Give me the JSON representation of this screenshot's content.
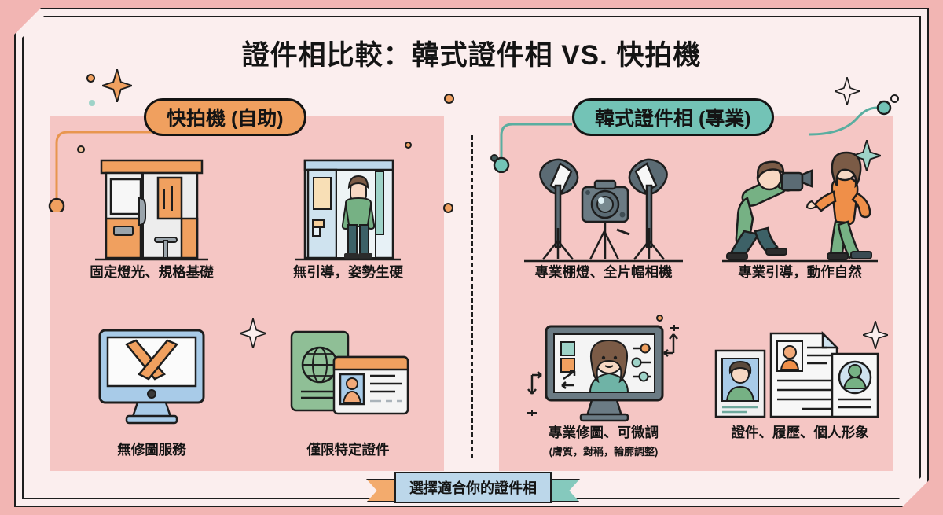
{
  "header": {
    "title": "證件相比較：韓式證件相 VS. 快拍機"
  },
  "columns": {
    "left": {
      "badge_label": "快拍機 (自助)",
      "accent_color": "#f0a05f",
      "items": [
        {
          "icon": "photo-booth-icon",
          "label": "固定燈光、規格基礎",
          "sublabel": ""
        },
        {
          "icon": "stiff-pose-icon",
          "label": "無引導，姿勢生硬",
          "sublabel": ""
        },
        {
          "icon": "no-retouch-icon",
          "label": "無修圖服務",
          "sublabel": ""
        },
        {
          "icon": "passport-id-icon",
          "label": "僅限特定證件",
          "sublabel": ""
        }
      ]
    },
    "right": {
      "badge_label": "韓式證件相 (專業)",
      "accent_color": "#73c3b6",
      "items": [
        {
          "icon": "studio-camera-icon",
          "label": "專業棚燈、全片幅相機",
          "sublabel": ""
        },
        {
          "icon": "photographer-icon",
          "label": "專業引導，動作自然",
          "sublabel": ""
        },
        {
          "icon": "retouch-editor-icon",
          "label": "專業修圖、可微調",
          "sublabel": "(膚質，對稱，輪廓調整)"
        },
        {
          "icon": "documents-icon",
          "label": "證件、履歷、個人形象",
          "sublabel": ""
        }
      ]
    }
  },
  "footer": {
    "ribbon_label": "選擇適合你的證件相",
    "ribbon_center_color": "#bcd7ea",
    "ribbon_left_color": "#f3ab6d",
    "ribbon_right_color": "#85c9bd"
  },
  "palette": {
    "background": "#f2b5b3",
    "frame_fill": "#fbeeee",
    "panel_fill": "#f5c6c4",
    "ink": "#1d1d1d",
    "orange": "#f0a05f",
    "teal": "#73c3b6",
    "blue": "#bcd7ea",
    "green": "#6fae8e",
    "slate": "#5b6b74"
  }
}
